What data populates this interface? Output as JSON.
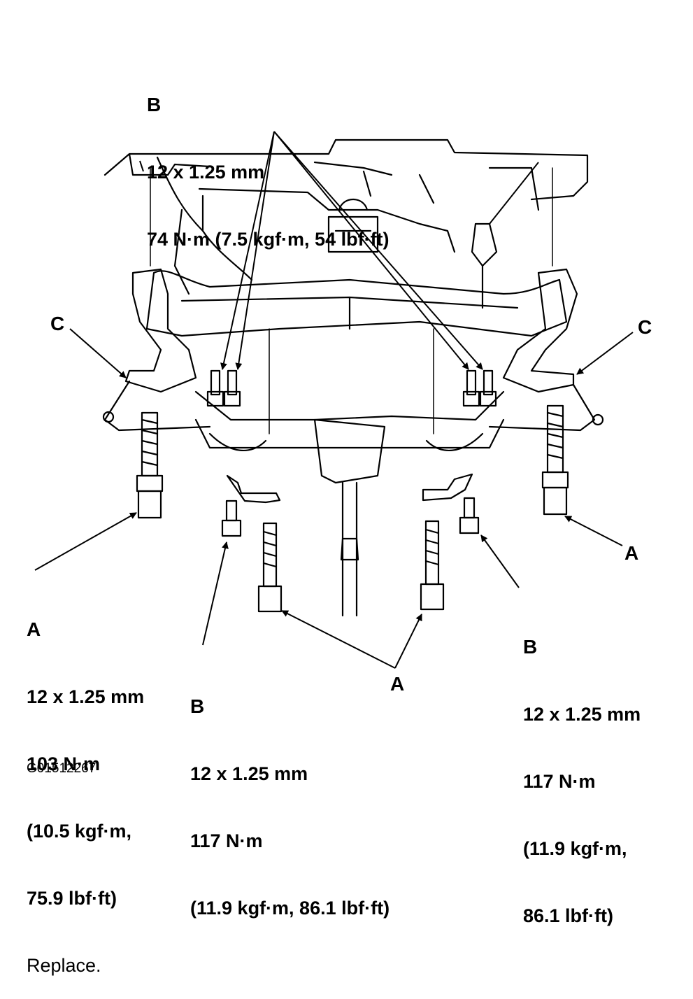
{
  "labels": {
    "top_b": {
      "letter": "B",
      "size": "12 x 1.25 mm",
      "torque": "74 N·m (7.5 kgf·m, 54 lbf·ft)"
    },
    "left_c": {
      "letter": "C"
    },
    "right_c": {
      "letter": "C"
    },
    "left_a": {
      "letter": "A",
      "size": "12 x 1.25 mm",
      "torque": "103 N·m",
      "torque_alt1": "(10.5 kgf·m,",
      "torque_alt2": "75.9 lbf·ft)",
      "note": "Replace."
    },
    "right_a": {
      "letter": "A"
    },
    "bottom_a": {
      "letter": "A"
    },
    "bottom_b": {
      "letter": "B",
      "size": "12 x 1.25 mm",
      "torque": "117 N·m",
      "torque_alt": "(11.9 kgf·m, 86.1 lbf·ft)"
    },
    "right_b": {
      "letter": "B",
      "size": "12 x 1.25 mm",
      "torque": "117 N·m",
      "torque_alt1": "(11.9 kgf·m,",
      "torque_alt2": "86.1 lbf·ft)"
    }
  },
  "figure_id": "G01512267"
}
